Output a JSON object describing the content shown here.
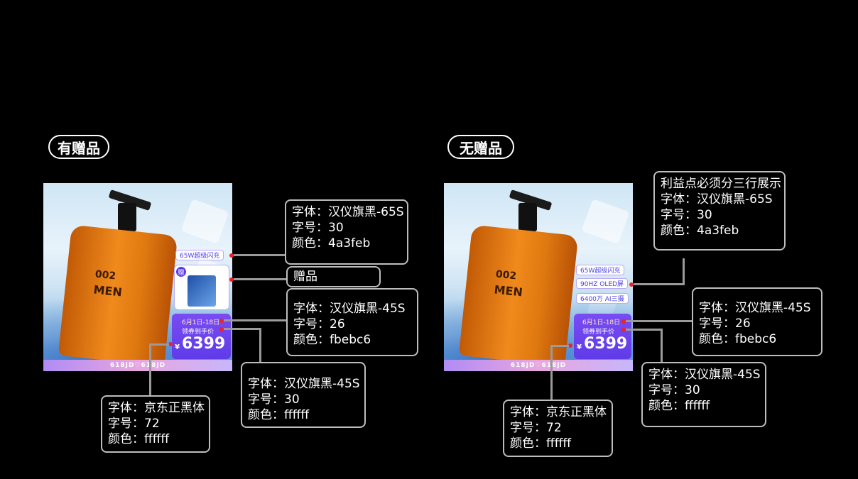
{
  "left": {
    "title": "有赠品",
    "chips": [
      "65W超级闪充"
    ],
    "gift_tag": "赠",
    "price": {
      "date": "6月1日-18日",
      "label": "领券到手价",
      "currency": "¥",
      "value": "6399"
    },
    "strip": "618JD♡618JD",
    "notes": {
      "a": {
        "l1": "字体：汉仪旗黑-65S",
        "l2": "字号：30",
        "l3": "颜色：4a3feb"
      },
      "gift": {
        "l1": "赠品"
      },
      "b": {
        "l1": "字体：汉仪旗黑-45S",
        "l2": "字号：26",
        "l3": "颜色：fbebc6"
      },
      "c": {
        "l1": "字体：汉仪旗黑-45S",
        "l2": "字号：30",
        "l3": "颜色：ffffff"
      },
      "d": {
        "l1": "字体：京东正黑体",
        "l2": "字号：72",
        "l3": "颜色：ffffff"
      }
    }
  },
  "right": {
    "title": "无赠品",
    "chips": [
      "65W超级闪充",
      "90HZ OLED屏",
      "6400万 AI三摄"
    ],
    "price": {
      "date": "6月1日-18日",
      "label": "领券到手价",
      "currency": "¥",
      "value": "6399"
    },
    "strip": "618JD♡618JD",
    "notes": {
      "a": {
        "l0": "利益点必须分三行展示",
        "l1": "字体：汉仪旗黑-65S",
        "l2": "字号：30",
        "l3": "颜色：4a3feb"
      },
      "b": {
        "l1": "字体：汉仪旗黑-45S",
        "l2": "字号：26",
        "l3": "颜色：fbebc6"
      },
      "c": {
        "l1": "字体：汉仪旗黑-45S",
        "l2": "字号：30",
        "l3": "颜色：ffffff"
      },
      "d": {
        "l1": "字体：京东正黑体",
        "l2": "字号：72",
        "l3": "颜色：ffffff"
      }
    }
  },
  "bottle": {
    "model": "002",
    "brand": "MEN"
  },
  "colors": {
    "accent": "#4a3feb",
    "date_text": "#fbebc6",
    "marker": "#e8242c"
  }
}
